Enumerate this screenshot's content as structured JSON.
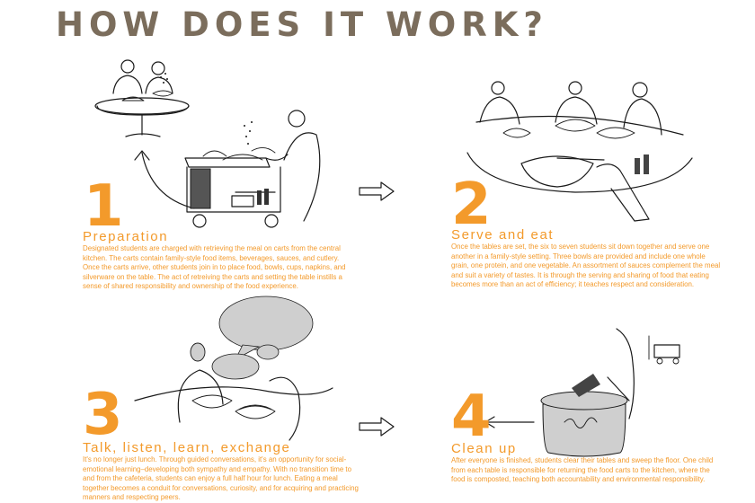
{
  "title": "HOW DOES IT WORK?",
  "steps": [
    {
      "number": "1",
      "heading": "Preparation",
      "body": "Designated students are charged with retrieving the meal on carts from the central kitchen. The carts contain family-style food items, beverages, sauces, and cutlery. Once the carts arrive, other students join in to place food, bowls, cups, napkins, and silverware on the table. The act of retreiving the carts and setting the table instills a sense of shared responsibility and ownership of the food experience."
    },
    {
      "number": "2",
      "heading": "Serve and eat",
      "body": "Once the tables are set, the six to seven students sit down together and serve one another in a family-style setting. Three bowls are provided and include one whole grain, one protein, and one vegetable. An assortment of sauces complement the meal and suit a variety of tastes.  It is through the serving and sharing of food that eating becomes more than an act of efficiency; it teaches respect and consideration."
    },
    {
      "number": "3",
      "heading": "Talk, listen, learn, exchange",
      "body": "It's no longer just lunch. Through guided conversations, it's an opportunity for social-emotional learning–developing both sympathy and empathy. With no transition time to and from the cafeteria, students can enjoy a full half hour for lunch. Eating a meal together becomes a conduit for conversations, curiosity, and for acquiring and practicing manners and respecting peers."
    },
    {
      "number": "4",
      "heading": "Clean up",
      "body": "After everyone is finished, students clear their tables and sweep the floor. One child from each table is responsible for returning the food carts to the kitchen, where the food is composted, teaching both accountability and environmental responsibility."
    }
  ],
  "colors": {
    "accent": "#f39a2b",
    "title": "#7b6d5c",
    "ink": "#1a1a1a",
    "bubble": "#cfcfcf"
  }
}
